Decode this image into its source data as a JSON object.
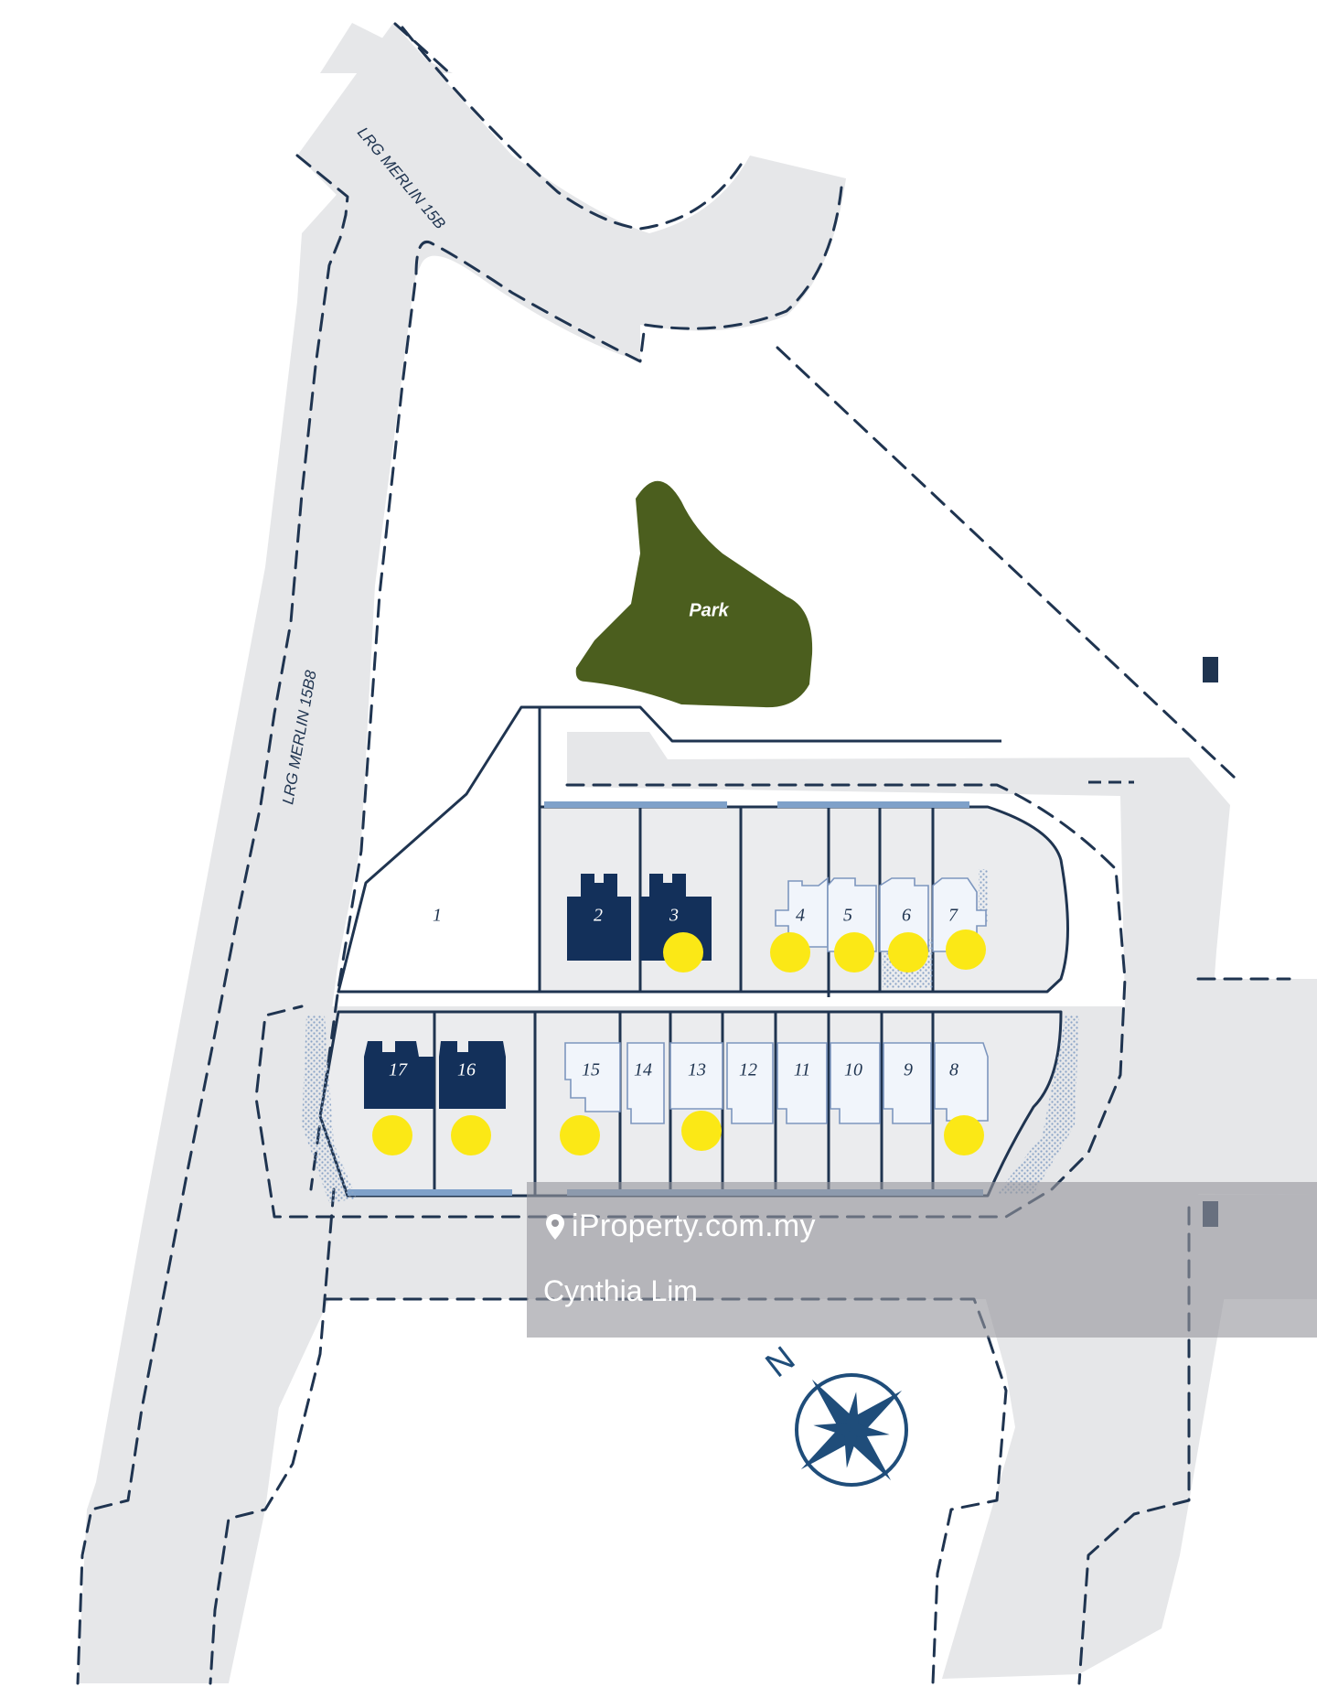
{
  "roads": {
    "top": "LRG MERLIN 15B",
    "side": "LRG MERLIN 15B8"
  },
  "park": {
    "label": "Park"
  },
  "lots": {
    "l1": "1",
    "l2": "2",
    "l3": "3",
    "l4": "4",
    "l5": "5",
    "l6": "6",
    "l7": "7",
    "l8": "8",
    "l9": "9",
    "l10": "10",
    "l11": "11",
    "l12": "12",
    "l13": "13",
    "l14": "14",
    "l15": "15",
    "l16": "16",
    "l17": "17"
  },
  "lot_markers": [
    "3",
    "4",
    "5",
    "6",
    "7",
    "8",
    "13",
    "15",
    "16",
    "17"
  ],
  "compass": {
    "north": "N"
  },
  "watermark": {
    "brand": "iProperty.com.my",
    "agent": "Cynthia Lim"
  },
  "colors": {
    "road": "#e6e7e9",
    "outline": "#1f3450",
    "park": "#4b5e1e",
    "dark_unit": "#13305a",
    "light_unit": "#f1f5fb",
    "marker": "#fbe816"
  }
}
